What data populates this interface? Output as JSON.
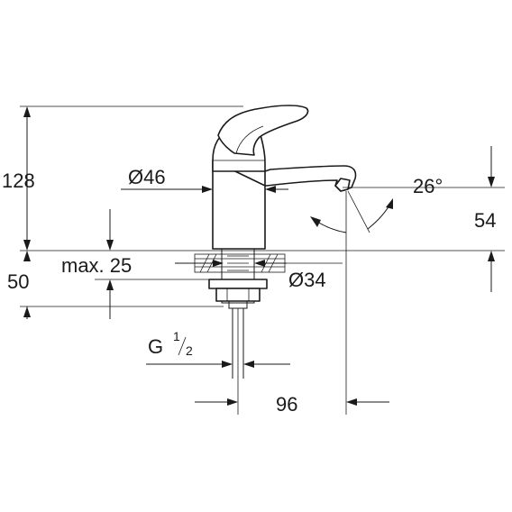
{
  "dimensions": {
    "total_height": "128",
    "lower_height": "50",
    "max_counter": "max. 25",
    "body_diameter": "Ø46",
    "hole_diameter": "Ø34",
    "angle": "26°",
    "spout_height": "54",
    "thread": "G",
    "thread_frac_num": "1",
    "thread_frac_den": "2",
    "projection": "96"
  }
}
